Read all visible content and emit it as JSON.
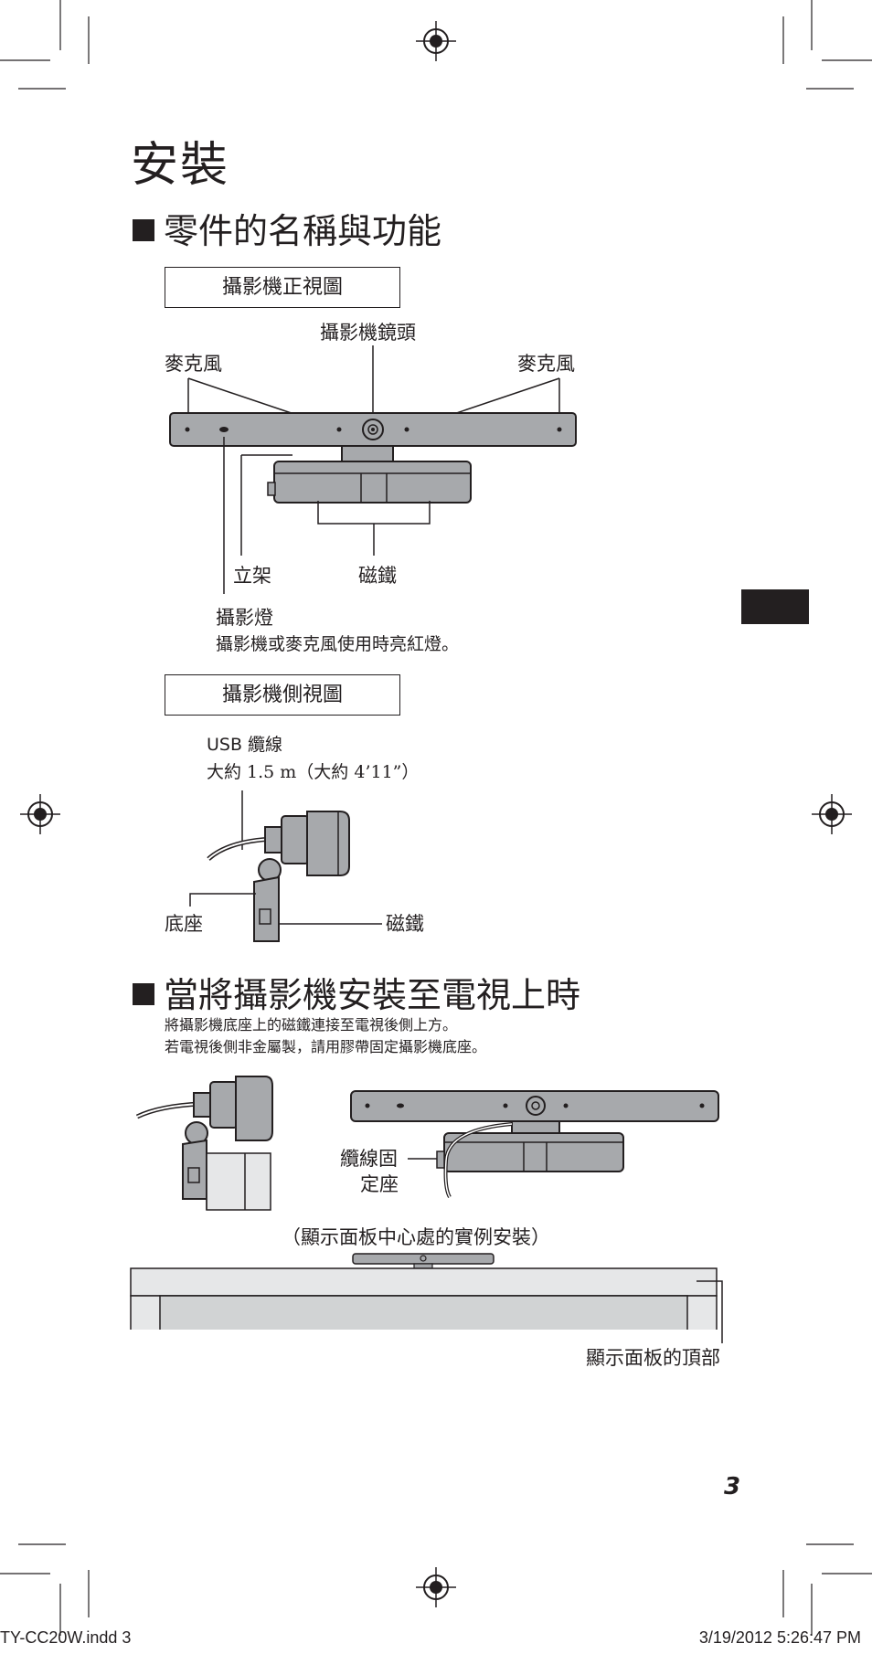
{
  "page": {
    "title": "安裝",
    "section1": "零件的名稱與功能",
    "front_view_label": "攝影機正視圖",
    "lens_label": "攝影機鏡頭",
    "mic_left_label": "麥克風",
    "mic_right_label": "麥克風",
    "stand_label": "立架",
    "magnet_label": "磁鐵",
    "light_label": "攝影燈",
    "light_desc": "攝影機或麥克風使用時亮紅燈。",
    "side_view_label": "攝影機側視圖",
    "usb_label": "USB 纜線",
    "usb_length": "大約 1.5 m（大約 4’11”）",
    "base_label": "底座",
    "side_magnet_label": "磁鐵",
    "section2": "當將攝影機安裝至電視上時",
    "section2_line1": "將攝影機底座上的磁鐵連接至電視後側上方。",
    "section2_line2": "若電視後側非金屬製，請用膠帶固定攝影機底座。",
    "clamp_label_1": "纜線固",
    "clamp_label_2": "定座",
    "example_caption": "（顯示面板中心處的實例安裝）",
    "panel_top_label": "顯示面板的頂部",
    "page_number": "3"
  },
  "footer": {
    "file": "TY-CC20W.indd   3",
    "datetime": "3/19/2012   5:26:47 PM"
  }
}
